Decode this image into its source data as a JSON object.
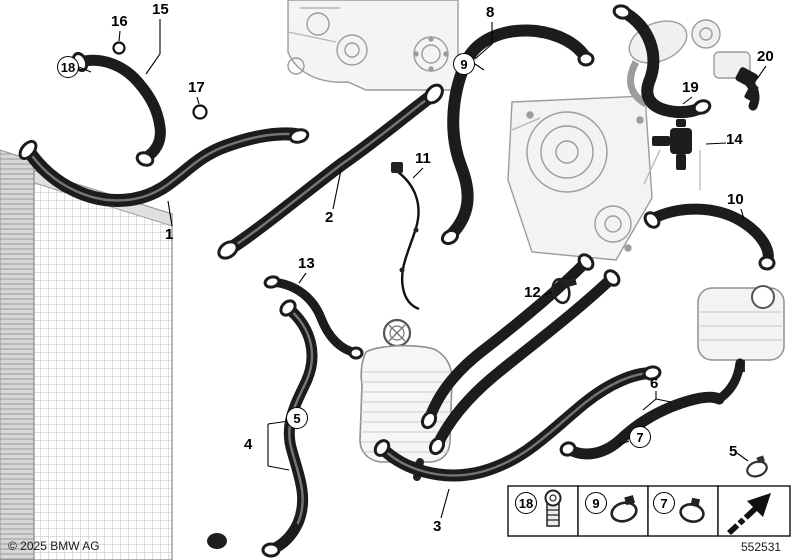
{
  "diagram": {
    "copyright": "© 2025 BMW AG",
    "number": "552531"
  },
  "colors": {
    "hose": "#1c1c1c",
    "machinery_line": "#9b9b9b",
    "background": "#ffffff"
  },
  "callouts": [
    {
      "label": "15",
      "circled": false
    },
    {
      "label": "16",
      "circled": false
    },
    {
      "label": "17",
      "circled": false
    },
    {
      "label": "18",
      "circled": true
    },
    {
      "label": "8",
      "circled": false
    },
    {
      "label": "9",
      "circled": true
    },
    {
      "label": "19",
      "circled": false
    },
    {
      "label": "20",
      "circled": false
    },
    {
      "label": "14",
      "circled": false
    },
    {
      "label": "11",
      "circled": false
    },
    {
      "label": "2",
      "circled": false
    },
    {
      "label": "10",
      "circled": false
    },
    {
      "label": "1",
      "circled": false
    },
    {
      "label": "13",
      "circled": false
    },
    {
      "label": "12",
      "circled": false
    },
    {
      "label": "5",
      "circled": true
    },
    {
      "label": "4",
      "circled": false
    },
    {
      "label": "6",
      "circled": false
    },
    {
      "label": "7",
      "circled": true
    },
    {
      "label": "3",
      "circled": false
    },
    {
      "label": "5",
      "circled": false
    }
  ],
  "legend": {
    "items": [
      {
        "ref": "18",
        "icon": "torx-screw-icon"
      },
      {
        "ref": "9",
        "icon": "hose-clamp-icon"
      },
      {
        "ref": "7",
        "icon": "hose-clamp-icon"
      },
      {
        "ref": "",
        "icon": "direction-arrow-icon"
      }
    ]
  }
}
